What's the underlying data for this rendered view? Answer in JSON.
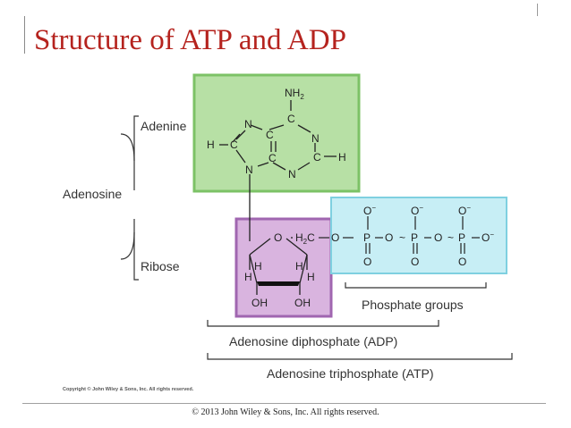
{
  "slide": {
    "title": "Structure of ATP and ADP",
    "footer": "© 2013 John Wiley & Sons, Inc. All rights reserved.",
    "figure_copyright": "Copyright © John Wiley & Sons, Inc. All rights reserved."
  },
  "diagram": {
    "labels": {
      "adenine": "Adenine",
      "adenosine": "Adenosine",
      "ribose": "Ribose",
      "phosphate_groups": "Phosphate groups",
      "adp": "Adenosine diphosphate (ADP)",
      "atp": "Adenosine triphosphate (ATP)"
    },
    "atoms": {
      "N": "N",
      "C": "C",
      "H": "H",
      "O": "O",
      "P": "P",
      "NH": "NH",
      "two": "2",
      "OH": "OH",
      "minus": "−",
      "tilde": "~",
      "H2C_H": "H",
      "H2C_C": "C"
    },
    "colors": {
      "adenine_fill": "#b7e0a5",
      "adenine_stroke": "#7cc266",
      "ribose_fill": "#d9b4df",
      "ribose_stroke": "#a066b0",
      "phosphate_fill": "#c7eef5",
      "phosphate_stroke": "#7fd0e0",
      "title": "#b5231e"
    }
  }
}
